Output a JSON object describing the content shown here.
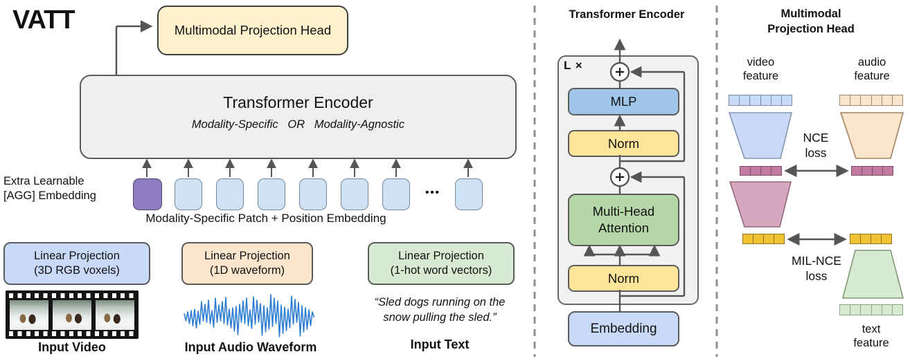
{
  "figure_title": "VATT",
  "left": {
    "projection_head": "Multimodal Projection Head",
    "encoder_title": "Transformer Encoder",
    "encoder_subtitle": "Modality-Specific   OR   Modality-Agnostic",
    "agg_label": "Extra Learnable\n[AGG] Embedding",
    "patch_label": "Modality-Specific Patch + Position Embedding",
    "tokens_ellipsis": "•••",
    "projections": [
      {
        "label": "Linear Projection\n(3D RGB voxels)"
      },
      {
        "label": "Linear Projection\n(1D waveform)"
      },
      {
        "label": "Linear Projection\n(1-hot word vectors)"
      }
    ],
    "video_caption": "Input Video",
    "audio_caption": "Input Audio Waveform",
    "text_caption": "Input Text",
    "text_quote": "“Sled dogs running on the\nsnow pulling the sled.”"
  },
  "middle": {
    "panel_title": "Transformer Encoder",
    "loop_label": "L ×",
    "mlp": "MLP",
    "norm_top": "Norm",
    "attention": "Multi-Head\nAttention",
    "norm_bottom": "Norm",
    "embedding": "Embedding"
  },
  "right": {
    "panel_title": "Multimodal\nProjection Head",
    "video_feature": "video\nfeature",
    "audio_feature": "audio\nfeature",
    "text_feature": "text\nfeature",
    "nce_loss": "NCE\nloss",
    "mil_nce_loss": "MIL-NCE\nloss"
  },
  "colors": {
    "pale_yellow": "#fff2cc",
    "panel_gray": "#efefef",
    "token_purple": "#8e7cc3",
    "token_blue": "#cfe2f3",
    "video_blue": "#c9daf8",
    "audio_orange": "#fce5cd",
    "text_green": "#d9ead3",
    "mlp_blue": "#9fc5e8",
    "norm_yellow": "#ffe599",
    "attention_green": "#b6d7a8",
    "common_magenta": "#c27ba0",
    "pink_projection": "#d5a6bd",
    "semantic_yellow": "#f1c232",
    "waveform_blue": "#2d7dd2",
    "line_gray": "#555555"
  }
}
